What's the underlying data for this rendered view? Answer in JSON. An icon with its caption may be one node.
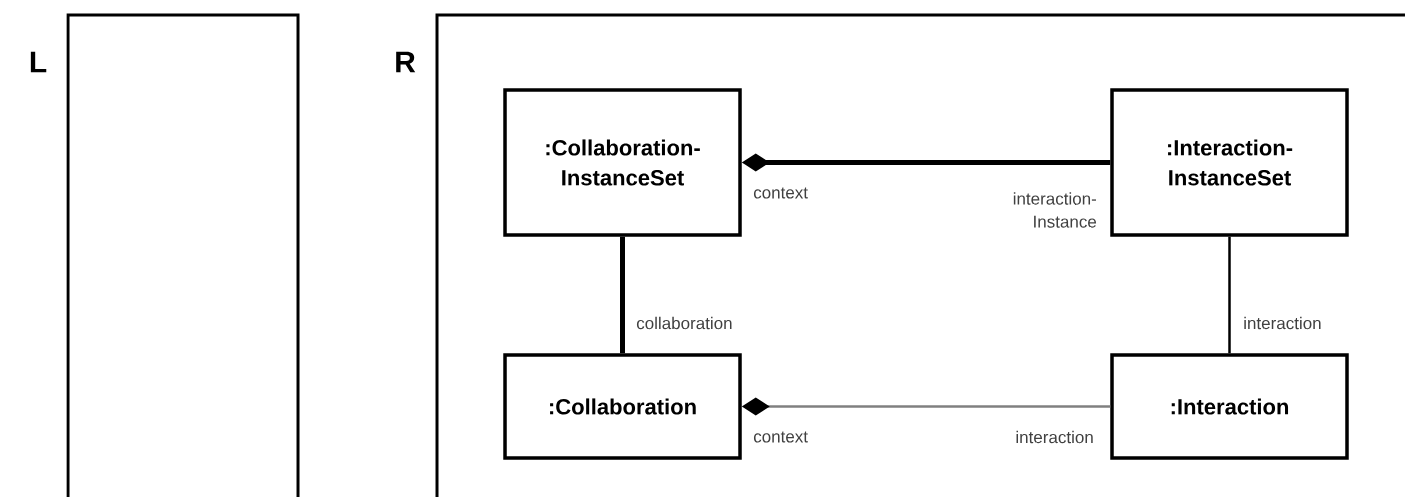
{
  "diagram": {
    "nodes": [
      {
        "text": [
          "L"
        ]
      },
      {
        "text": [
          "R"
        ]
      },
      {
        "text": [
          ":Collaboration- InstanceSet"
        ],
        "in": 1
      },
      {
        "text": [
          ":Interaction- InstanceSet"
        ],
        "in": 1
      },
      {
        "text": [
          ":Collaboration"
        ],
        "in": 1
      },
      {
        "text": [
          ":Interaction"
        ],
        "in": 1
      }
    ],
    "edges": [
      {
        "from": 2,
        "to": 3,
        "arrow": "other",
        "style": "thick"
      },
      {
        "from": 2,
        "to": 4,
        "arrow": "none",
        "label": "collaboration",
        "style": "thick"
      },
      {
        "from": 3,
        "to": 5,
        "arrow": "none",
        "label": "interaction"
      },
      {
        "from": 4,
        "to": 5,
        "arrow": "other",
        "color": "#808080"
      }
    ],
    "labels": [
      "context",
      "interaction- Instance",
      "context",
      "interaction"
    ]
  }
}
